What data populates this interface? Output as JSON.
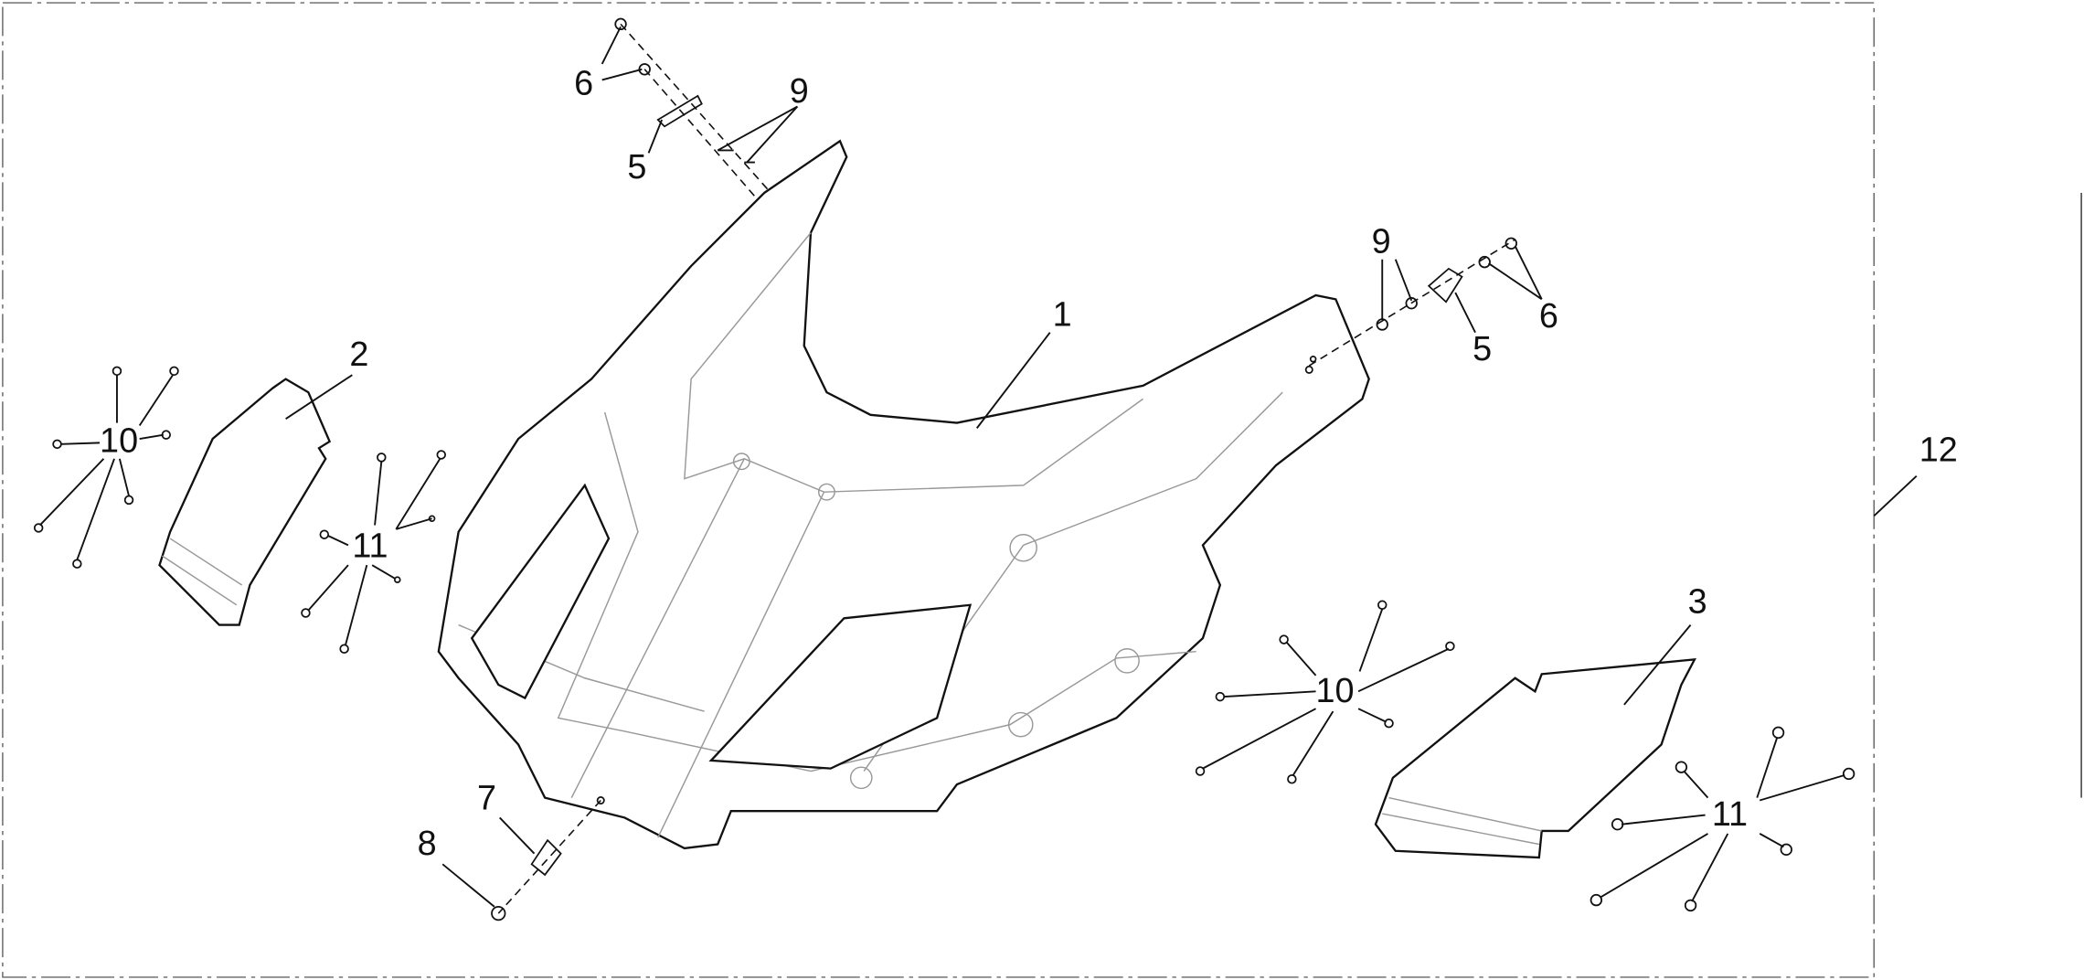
{
  "diagram": {
    "title": "Front fairing exploded view",
    "callouts": {
      "c6_top": "6",
      "c9_top": "9",
      "c5_top": "5",
      "c1": "1",
      "c9_right": "9",
      "c5_right": "5",
      "c6_right": "6",
      "c2": "2",
      "c10_left": "10",
      "c11_left": "11",
      "c12": "12",
      "c3": "3",
      "c10_right": "10",
      "c11_right": "11",
      "c7": "7",
      "c8": "8"
    }
  }
}
